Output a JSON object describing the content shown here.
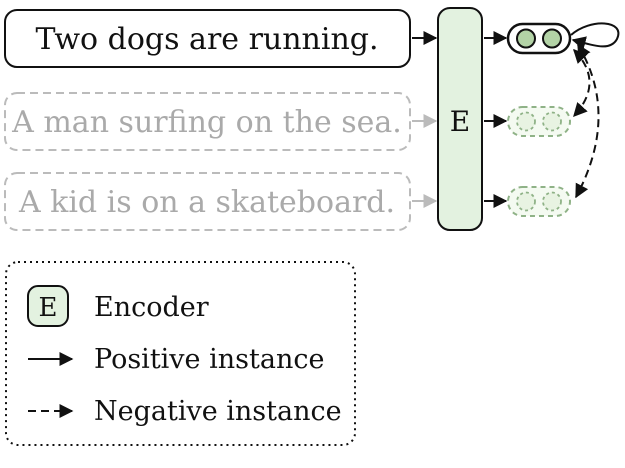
{
  "sentences": [
    "Two dogs are running.",
    "A man surfing on the sea.",
    "A kid is on a skateboard."
  ],
  "encoder": {
    "label": "E"
  },
  "legend": {
    "encoder_symbol": "E",
    "encoder_label": "Encoder",
    "positive_label": "Positive instance",
    "negative_label": "Negative instance"
  },
  "colors": {
    "encoder_fill": "#e3f2e0",
    "embedding_fill": "#b3d3a6",
    "faded_embedding_fill": "#e8f3e2",
    "faded_embedding_stroke": "#8fb287",
    "stroke": "#111111",
    "faded_stroke": "#bbbbbb",
    "faded_text": "#aaaaaa"
  }
}
